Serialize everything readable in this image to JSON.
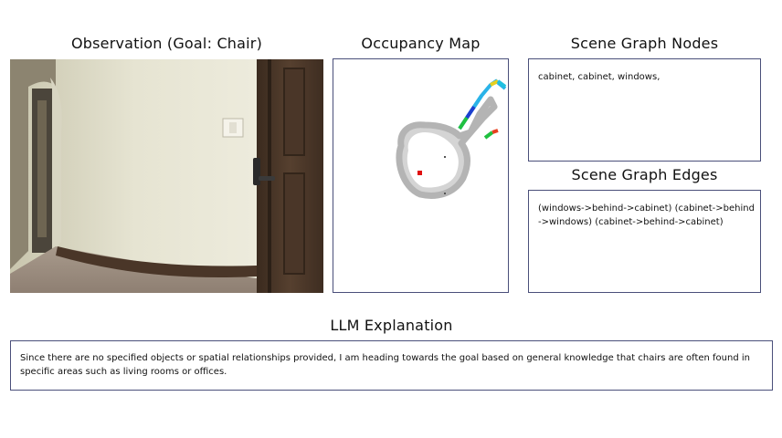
{
  "observation": {
    "title": "Observation (Goal: Chair)"
  },
  "occupancy_map": {
    "title": "Occupancy Map"
  },
  "scene_graph_nodes": {
    "title": "Scene Graph Nodes",
    "text": "cabinet, cabinet, windows,"
  },
  "scene_graph_edges": {
    "title": "Scene Graph Edges",
    "text": "(windows->behind->cabinet) (cabinet->behind->windows) (cabinet->behind->cabinet)"
  },
  "llm_explanation": {
    "title": "LLM Explanation",
    "text": "Since there are no specified objects or spatial relationships provided, I am heading towards the goal based on general knowledge that chairs are often found in specific areas such as living rooms or offices."
  },
  "colors": {
    "panel_border": "#4a4f7a",
    "wall": "#ece9d9",
    "floor": "#9c8e80",
    "door": "#4a3526",
    "occupied": "#b4b4b4",
    "agent": "#e01010"
  }
}
